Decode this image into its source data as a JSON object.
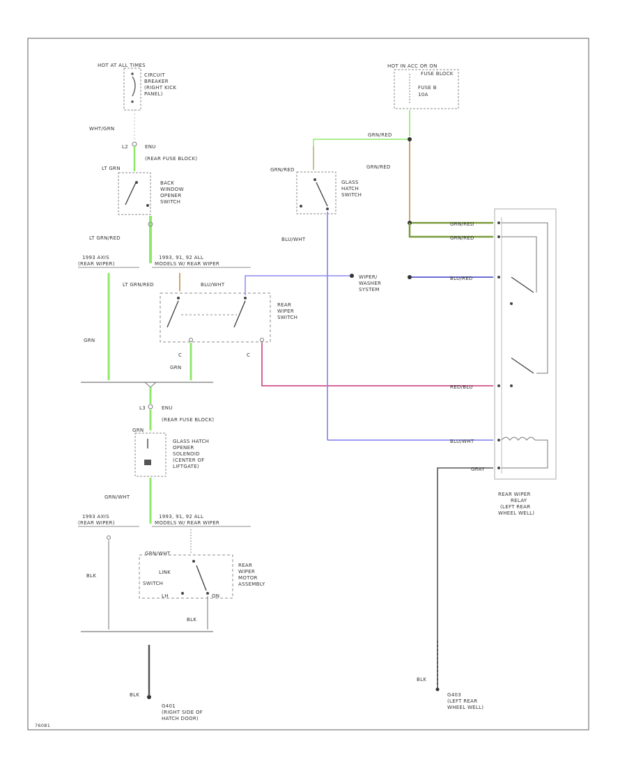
{
  "diagram": {
    "figure_id": "76081",
    "labels": {
      "hot_at_all_times": "HOT AT ALL TIMES",
      "circuit_breaker": [
        "CIRCUIT",
        "BREAKER",
        "(RIGHT KICK",
        "PANEL)"
      ],
      "wht_grn": "WHT/GRN",
      "l2": "L2",
      "g_eq_l2": "ENU",
      "rear_fuse_block_1": "(REAR FUSE BLOCK)",
      "lt_grn": "LT GRN",
      "back_window_switch": [
        "BACK",
        "WINDOW",
        "OPENER",
        "SWITCH"
      ],
      "lt_grn_red_1": "LT GRN/RED",
      "model_1993_left": [
        "1993 AXIS",
        "(REAR WIPER)"
      ],
      "model_1993_right": [
        "1993, 91, 92 ALL",
        "MODELS W/ REAR WIPER"
      ],
      "lt_grn_red_2": "LT GRN/RED",
      "blu_wht_1": "BLU/WHT",
      "rear_wiper_switch": [
        "REAR",
        "WIPER",
        "SWITCH"
      ],
      "grn": "GRN",
      "grn_2": "GRN",
      "c_left": "C",
      "c_right": "C",
      "l3": "L3",
      "g_eq_l3": "ENU",
      "rear_fuse_block_2": "(REAR FUSE BLOCK)",
      "grn_3": "GRN",
      "glass_hatch_solenoid": [
        "GLASS HATCH",
        "OPENER",
        "SOLENOID",
        "(CENTER OF",
        "LIFTGATE)"
      ],
      "grn_wht": "GRN/WHT",
      "model_1993_left_2": [
        "1993 AXIS",
        "(REAR WIPER)"
      ],
      "model_1993_right_2": [
        "1993, 91, 92 ALL",
        "MODELS W/ REAR WIPER"
      ],
      "grn_wht_2": "GRN/WHT",
      "blk_1": "BLK",
      "link_switch": [
        "LINK",
        "SWITCH"
      ],
      "lh": "LH",
      "on": "ON",
      "rear_wiper_motor": [
        "REAR",
        "WIPER",
        "MOTOR",
        "ASSEMBLY"
      ],
      "blk_2": "BLK",
      "blk_3": "BLK",
      "g401": [
        "G401",
        "(RIGHT SIDE OF",
        "HATCH DOOR)"
      ],
      "hot_acc_or_on": "HOT IN ACC OR ON",
      "fuse_block": "FUSE BLOCK",
      "fuse": [
        "FUSE B",
        "10A"
      ],
      "grn_red_1": "GRN/RED",
      "grn_red_2": "GRN/RED",
      "grn_red_3": "GRN/RED",
      "glass_hatch_switch": [
        "GLASS",
        "HATCH",
        "SWITCH"
      ],
      "grn_red_4": "GRN/RED",
      "grn_red_5": "GRN/RED",
      "blu_wht_2": "BLU/WHT",
      "washer_system": [
        "WIPER/",
        "WASHER",
        "SYSTEM"
      ],
      "blu_red": "BLU/RED",
      "red_blu": "RED/BLU",
      "blu_wht_3": "BLU/WHT",
      "gray": "GRAY",
      "rear_wiper_relay": [
        "REAR WIPER",
        "RELAY",
        "(LEFT REAR",
        "WHEEL WELL)"
      ],
      "blk_4": "BLK",
      "g403": [
        "G403",
        "(LEFT REAR",
        "WHEEL WELL)"
      ]
    },
    "colors": {
      "green": "#8fe86a",
      "tan": "#c8a86a",
      "blue": "#8c8cf0",
      "pink": "#d0508c",
      "dark": "#555555",
      "olive": "#7a9a3a"
    }
  }
}
